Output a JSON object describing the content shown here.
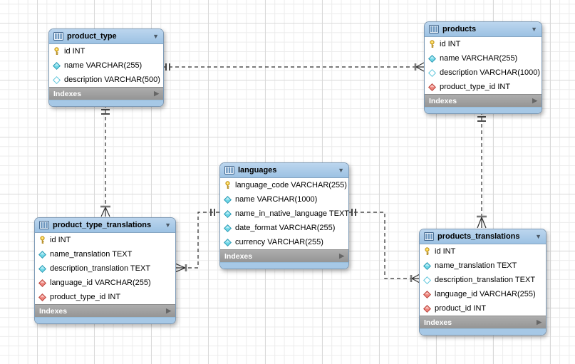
{
  "diagram": {
    "kind": "EER database diagram",
    "indexes_label": "Indexes"
  },
  "colors": {
    "table_header_blue": "#a9cae6",
    "table_border": "#7d9ab6",
    "indexes_gray": "#9d9d9d",
    "primary_key_yellow": "#ffd43b",
    "attribute_cyan": "#6fd8e8",
    "foreign_key_red": "#ef837b",
    "connector_dark": "#2e2e2e",
    "grid_minor": "#ececec",
    "grid_major": "#d9d9d9"
  },
  "tables": [
    {
      "id": "product_type",
      "title": "product_type",
      "indexes_label": "Indexes",
      "columns": [
        {
          "label": "id INT",
          "icon": "primary-key-icon"
        },
        {
          "label": "name VARCHAR(255)",
          "icon": "attribute-icon"
        },
        {
          "label": "description VARCHAR(500)",
          "icon": "attribute-nullable-icon"
        }
      ]
    },
    {
      "id": "products",
      "title": "products",
      "indexes_label": "Indexes",
      "columns": [
        {
          "label": "id INT",
          "icon": "primary-key-icon"
        },
        {
          "label": "name VARCHAR(255)",
          "icon": "attribute-icon"
        },
        {
          "label": "description VARCHAR(1000)",
          "icon": "attribute-nullable-icon"
        },
        {
          "label": "product_type_id INT",
          "icon": "foreign-key-icon"
        }
      ]
    },
    {
      "id": "languages",
      "title": "languages",
      "indexes_label": "Indexes",
      "columns": [
        {
          "label": "language_code VARCHAR(255)",
          "icon": "primary-key-icon"
        },
        {
          "label": "name VARCHAR(1000)",
          "icon": "attribute-icon"
        },
        {
          "label": "name_in_native_language TEXT",
          "icon": "attribute-icon"
        },
        {
          "label": "date_format VARCHAR(255)",
          "icon": "attribute-icon"
        },
        {
          "label": "currency VARCHAR(255)",
          "icon": "attribute-icon"
        }
      ]
    },
    {
      "id": "product_type_translations",
      "title": "product_type_translations",
      "indexes_label": "Indexes",
      "columns": [
        {
          "label": "id INT",
          "icon": "primary-key-icon"
        },
        {
          "label": "name_translation TEXT",
          "icon": "attribute-icon"
        },
        {
          "label": "description_translation TEXT",
          "icon": "attribute-icon"
        },
        {
          "label": "language_id VARCHAR(255)",
          "icon": "foreign-key-icon"
        },
        {
          "label": "product_type_id INT",
          "icon": "foreign-key-icon"
        }
      ]
    },
    {
      "id": "products_translations",
      "title": "products_translations",
      "indexes_label": "Indexes",
      "columns": [
        {
          "label": "id INT",
          "icon": "primary-key-icon"
        },
        {
          "label": "name_translation TEXT",
          "icon": "attribute-icon"
        },
        {
          "label": "description_translation TEXT",
          "icon": "attribute-nullable-icon"
        },
        {
          "label": "language_id VARCHAR(255)",
          "icon": "foreign-key-icon"
        },
        {
          "label": "product_id INT",
          "icon": "foreign-key-icon"
        }
      ]
    }
  ],
  "relationships": [
    {
      "one_side": "product_type",
      "many_side": "products",
      "cardinality": "one-to-many",
      "line_style": "dashed"
    },
    {
      "one_side": "product_type",
      "many_side": "product_type_translations",
      "cardinality": "one-to-many",
      "line_style": "dashed"
    },
    {
      "one_side": "products",
      "many_side": "products_translations",
      "cardinality": "one-to-many",
      "line_style": "dashed"
    },
    {
      "one_side": "languages",
      "many_side": "product_type_translations",
      "cardinality": "one-to-many",
      "line_style": "dashed"
    },
    {
      "one_side": "languages",
      "many_side": "products_translations",
      "cardinality": "one-to-many",
      "line_style": "dashed"
    }
  ]
}
